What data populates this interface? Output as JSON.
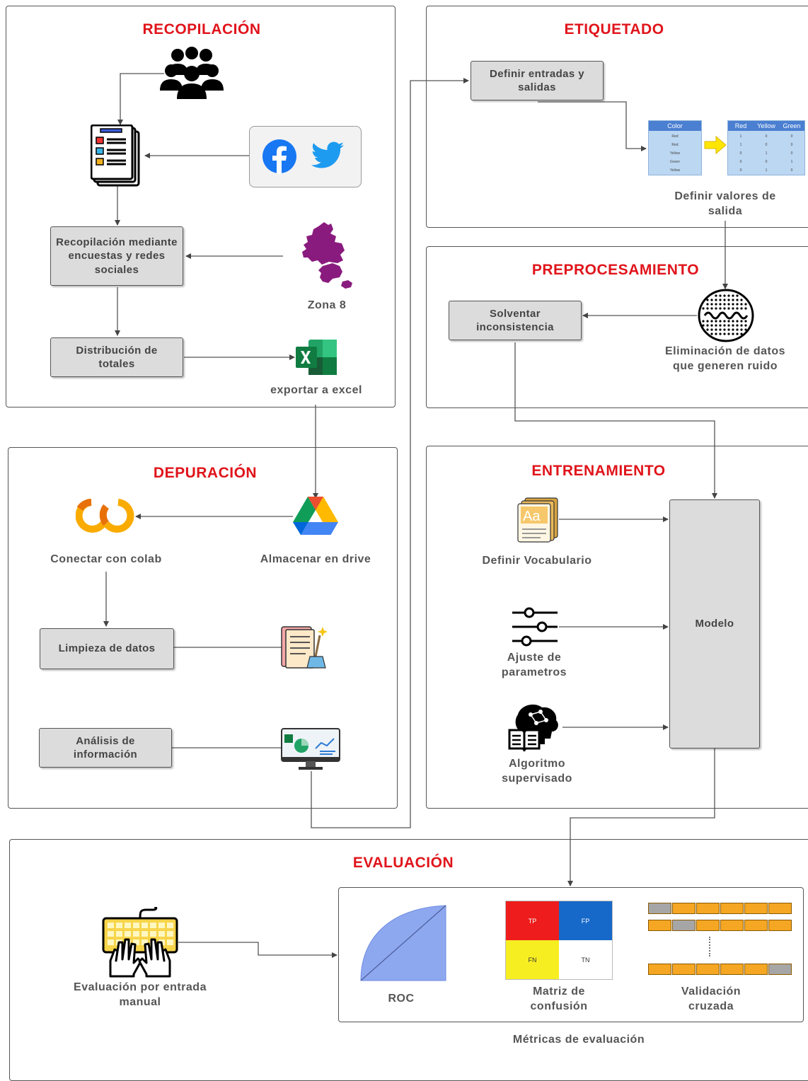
{
  "recopilacion": {
    "title": "RECOPILACIÓN",
    "box_encuestas": "Recopilación mediante encuestas y redes sociales",
    "box_distribucion": "Distribución de totales",
    "zona_label": "Zona 8",
    "excel_label": "exportar a excel"
  },
  "etiquetado": {
    "title": "ETIQUETADO",
    "box_entradas": "Definir entradas y salidas",
    "valores_label": "Definir valores de salida",
    "table_left": {
      "header": "Color",
      "rows": [
        "Red",
        "Red",
        "Yellow",
        "Green",
        "Yellow"
      ]
    },
    "table_right": {
      "headers": [
        "Red",
        "Yellow",
        "Green"
      ],
      "rows": [
        [
          "1",
          "0",
          "0"
        ],
        [
          "1",
          "0",
          "0"
        ],
        [
          "0",
          "1",
          "0"
        ],
        [
          "0",
          "0",
          "1"
        ],
        [
          "0",
          "1",
          "0"
        ]
      ]
    }
  },
  "preprocesamiento": {
    "title": "PREPROCESAMIENTO",
    "box_solventar": "Solventar inconsistencia",
    "ruido_label": "Eliminación de datos que generen ruido"
  },
  "depuracion": {
    "title": "DEPURACIÓN",
    "colab_label": "Conectar con colab",
    "drive_label": "Almacenar en drive",
    "box_limpieza": "Limpieza de datos",
    "box_analisis": "Análisis de información"
  },
  "entrenamiento": {
    "title": "ENTRENAMIENTO",
    "vocab_label": "Definir Vocabulario",
    "ajuste_label": "Ajuste de parametros",
    "algoritmo_label": "Algoritmo supervisado",
    "modelo_label": "Modelo"
  },
  "evaluacion": {
    "title": "EVALUACIÓN",
    "manual_label": "Evaluación por entrada manual",
    "roc_label": "ROC",
    "matriz_label": "Matriz de confusión",
    "matriz_cells": {
      "tp": "TP",
      "fp": "FP",
      "fn": "FN",
      "tn": "TN"
    },
    "validacion_label": "Validación cruzada",
    "metricas_label": "Métricas de evaluación"
  },
  "colors": {
    "title_red": "#e0141b",
    "box_gray": "#dcdcdc",
    "matrix_tp": "#ee1c1c",
    "matrix_fp": "#1769c9",
    "matrix_fn": "#f7ee22",
    "fold_orange": "#f5a623",
    "fold_gray": "#a6a6a6",
    "zona_purple": "#8a1b7e"
  },
  "icons": [
    "people-group-icon",
    "survey-form-icon",
    "facebook-icon",
    "twitter-icon",
    "map-zone-icon",
    "excel-icon",
    "colab-icon",
    "google-drive-icon",
    "document-cleaning-icon",
    "monitor-excel-chart-icon",
    "vocabulary-book-icon",
    "sliders-icon",
    "brain-book-icon",
    "keyboard-hands-icon",
    "noise-filter-icon"
  ]
}
